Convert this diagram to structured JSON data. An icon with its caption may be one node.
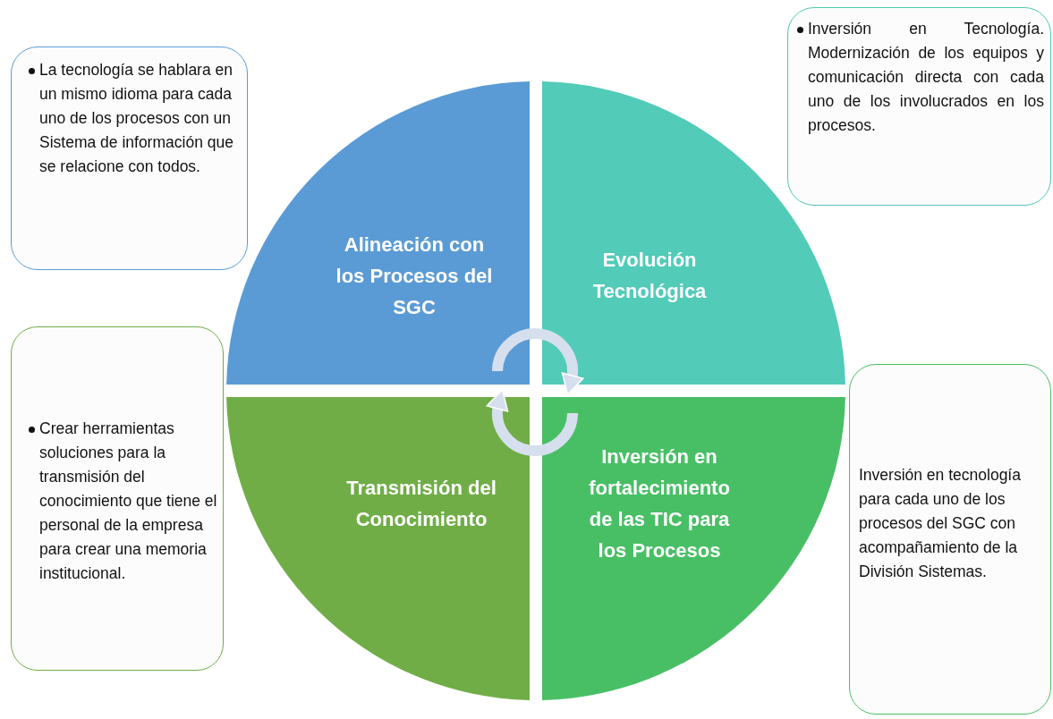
{
  "diagram": {
    "nodes": [
      {
        "text": [
          "La tecnología se hablara en un mismo idioma para cada uno de los procesos con un Sistema de información que se relacione con todos."
        ]
      },
      {
        "text": [
          "Inversión en Tecnología. Modernización de los equipos y comunicación directa con cada uno de los involucrados en los procesos."
        ]
      },
      {
        "text": [
          "Alineación con los Procesos del SGC"
        ]
      },
      {
        "text": [
          "Evolución Tecnológica"
        ]
      },
      {
        "text": [
          "Crear herramientas soluciones para la transmisión del conocimiento que tiene el personal de la empresa para crear una memoria institucional."
        ]
      },
      {
        "text": [
          "Transmisión del Conocimiento"
        ]
      },
      {
        "text": [
          "Inversión en fortalecimiento de las TIC para los Procesos"
        ]
      },
      {
        "text": [
          "Inversión en tecnología para cada uno de los procesos del SGC con acompañamiento de la División Sistemas."
        ]
      }
    ],
    "edges": [
      {
        "from": 2,
        "to": 3,
        "arrow": "to"
      },
      {
        "from": 6,
        "to": 5,
        "arrow": "to"
      }
    ]
  }
}
